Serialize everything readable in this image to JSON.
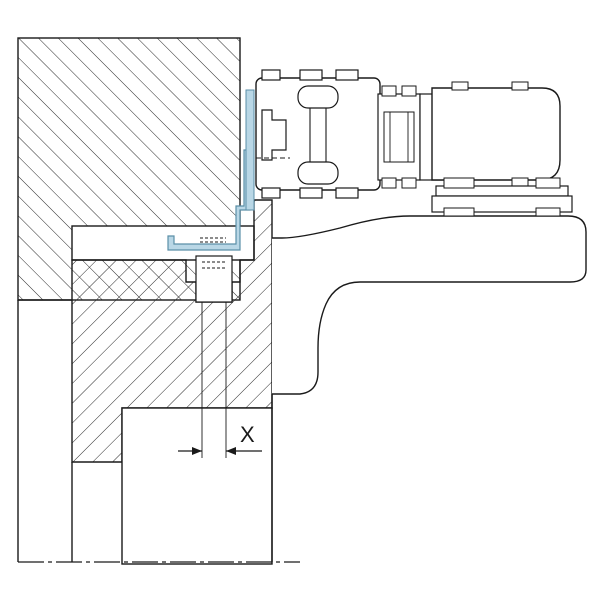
{
  "dimension": {
    "label": "X"
  },
  "colors": {
    "line": "#1a1a1a",
    "hatch": "#2a2a2a",
    "bracket_fill": "#b9d7e6",
    "bracket_stroke": "#5b8fa8",
    "fill": "#ffffff",
    "body_shade": "#f4f4f4"
  },
  "parts": [
    "wall-upper-section",
    "frame-lower-section",
    "top-plate",
    "l-bracket",
    "door-leaf-profile",
    "hinge-arm",
    "hinge-motor-housing",
    "hinge-mounting-plate"
  ]
}
